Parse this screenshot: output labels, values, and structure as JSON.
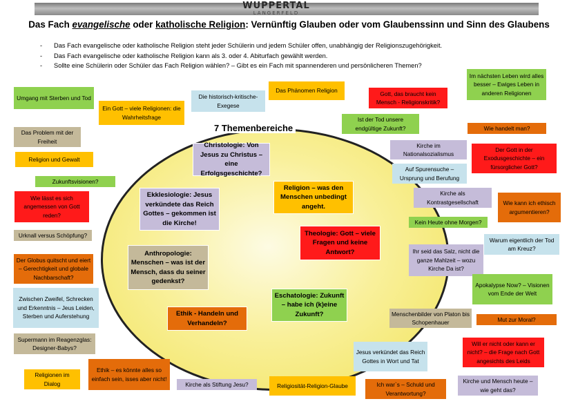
{
  "header": {
    "logo_main": "WUPPERTAL",
    "logo_sub": "LANGERFELD",
    "title_prefix": "Das Fach ",
    "title_evangelisch": "evangelische",
    "title_middle": " oder ",
    "title_katholisch": "katholische Religion",
    "title_suffix": ": Vernünftig Glauben oder vom Glaubenssinn und Sinn des Glaubens"
  },
  "intro": [
    "Das Fach evangelische oder katholische Religion steht jeder Schülerin und jedem  Schüler offen, unabhängig der Religionszugehörigkeit.",
    "Das Fach evangelische oder katholische Religion kann als 3. oder 4. Abiturfach gewählt werden.",
    "Sollte eine Schülerin oder Schüler das Fach Religion wählen? – Gibt es ein Fach mit spannenderen und persönlicheren Themen?"
  ],
  "center_title": "7 Themenbereiche",
  "core_topics": [
    "Christologie: Von Jesus zu Christus – eine Erfolgsgeschichte?",
    "Religion – was den Menschen unbedingt angeht.",
    "Ekklesiologie: Jesus verkündete das Reich Gottes – gekommen ist die Kirche!",
    "Theologie: Gott – viele Fragen und keine Antwort?",
    "Anthropologie: Menschen – was ist der Mensch, dass du seiner gedenkst?",
    "Eschatologie: Zukunft – habe ich (k)eine Zukunft?",
    "Ethik - Handeln und Verhandeln?"
  ],
  "topics": [
    "Umgang mit Sterben und Tod",
    "Ein Gott – viele Religionen: die Wahrheitsfrage",
    "Die historisch-kritische-Exegese",
    "Das Phänomen Religion",
    "Gott, das braucht kein Mensch - Religionskritik?",
    "Im nächsten Leben wird alles besser – Ewiges Leben in anderen Religionen",
    "Ist der Tod unsere endgültige Zukunft?",
    "Wie handelt man?",
    "Das Problem mit der Freiheit",
    "Kirche im Nationalsozialismus",
    "Der Gott in der Exodusgeschichte – ein fürsorglicher Gott?",
    "Religion und Gewalt",
    "Auf Spurensuche – Ursprung und Berufung",
    "Zukunftsvisionen?",
    "Kirche als Kontrastgesellschaft",
    "Wie lässt es sich angemessen von Gott reden?",
    "Wie kann ich ethisch argumentieren?",
    "Kein Heute ohne Morgen?",
    "Urknall versus Schöpfung?",
    "Warum eigentlich der Tod am Kreuz?",
    "Ihr seid das Salz, nicht die ganze Mahlzeit – wozu Kirche Da ist?",
    "Der Globus quitscht und eiert – Gerechtigkeit und globale Nachbarschaft?",
    "Apokalypse Now? – Visionen vom Ende der Welt",
    "Zwischen Zweifel, Schrecken und Erkenntnis – Jeus Leiden, Sterben und Auferstehung",
    "Menschenbilder von Platon bis Schopenhauer",
    "Mut zur Moral?",
    "Supermann im Reagenzglas: Designer-Babys?",
    "Jesus verkündet das Reich Gottes in Wort und Tat",
    "Will er nicht oder kann er nicht? – die Frage nach Gott angesichts des Leids",
    "Religionen im Dialog",
    "Ethik – es könnte alles so einfach sein, isses aber nicht!",
    "Kirche als Stiftung Jesu?",
    "Religiosität-Religion-Glaube",
    "Ich war`s – Schuld und Verantwortung?",
    "Kirche und Mensch heute – wie geht das?"
  ]
}
